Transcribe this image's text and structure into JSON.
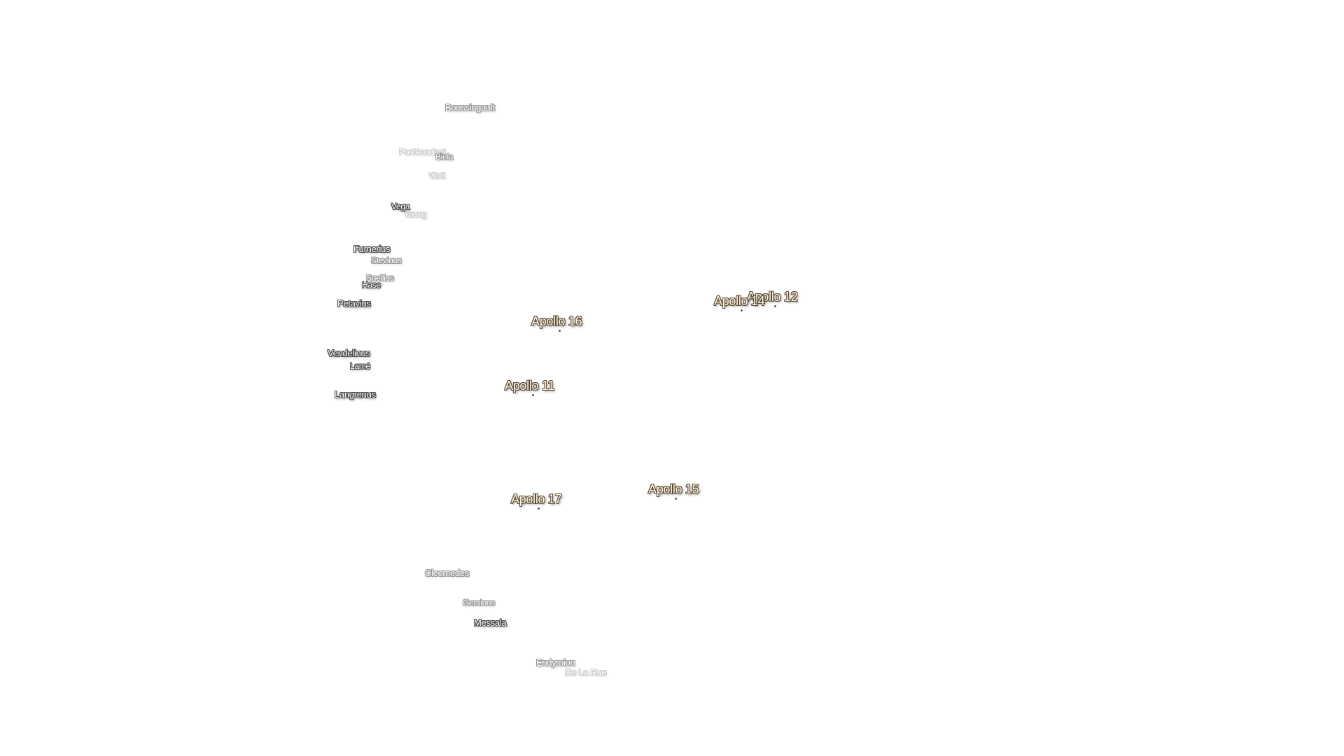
{
  "map": {
    "crater_labels": [
      {
        "name": "Boussingault",
        "style": "dim"
      },
      {
        "name": "Pontécoulant",
        "style": "faint"
      },
      {
        "name": "Biela",
        "style": "dim"
      },
      {
        "name": "Watt",
        "style": "faint"
      },
      {
        "name": "Vega",
        "style": "normal"
      },
      {
        "name": "Young",
        "style": "faint"
      },
      {
        "name": "Furnerius",
        "style": "normal"
      },
      {
        "name": "Stevinus",
        "style": "dim"
      },
      {
        "name": "Snellius",
        "style": "dim"
      },
      {
        "name": "Hase",
        "style": "normal"
      },
      {
        "name": "Petavius",
        "style": "normal"
      },
      {
        "name": "Vendelinus",
        "style": "normal"
      },
      {
        "name": "Lamé",
        "style": "normal"
      },
      {
        "name": "Langrenus",
        "style": "normal"
      },
      {
        "name": "Cleomedes",
        "style": "dim"
      },
      {
        "name": "Geminus",
        "style": "dim"
      },
      {
        "name": "Messala",
        "style": "normal"
      },
      {
        "name": "Endymion",
        "style": "dim"
      },
      {
        "name": "De La Rue",
        "style": "faint"
      }
    ],
    "landing_sites": [
      {
        "name": "Apollo 12"
      },
      {
        "name": "Apollo 14"
      },
      {
        "name": "Apollo 16"
      },
      {
        "name": "Apollo 11"
      },
      {
        "name": "Apollo 15"
      },
      {
        "name": "Apollo 17"
      }
    ],
    "colors": {
      "background": "#ffffff",
      "crater_text": "#ffffff",
      "crater_halo": "#444444",
      "apollo_text": "#fff6e4",
      "apollo_halo": "#5a4a34"
    }
  }
}
